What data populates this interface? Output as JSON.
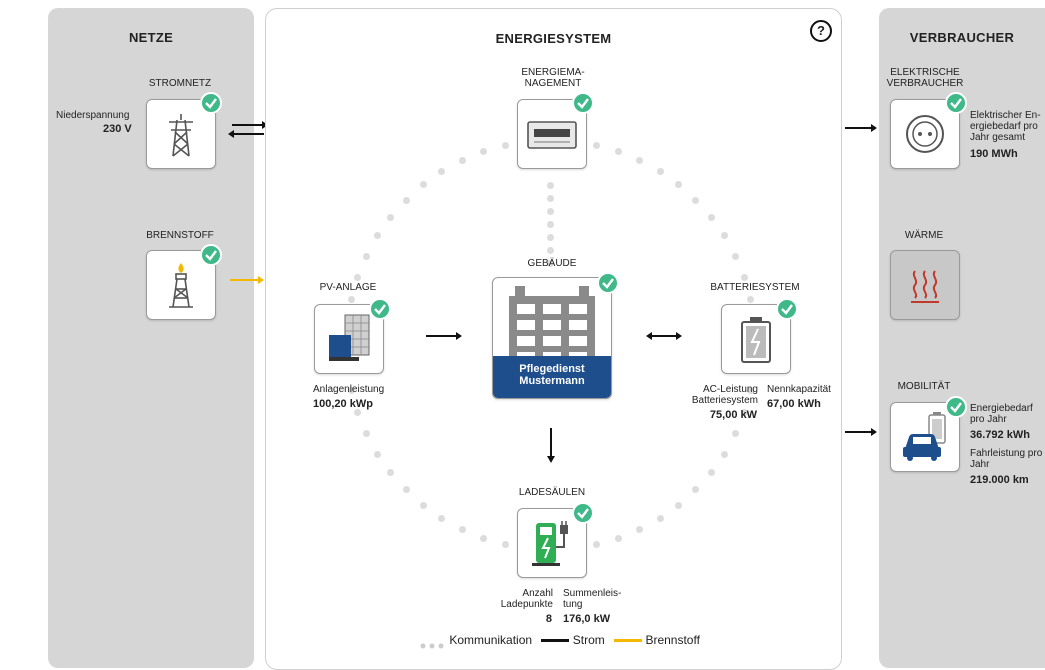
{
  "panels": {
    "netze": "NETZE",
    "energiesystem": "ENERGIESYSTEM",
    "verbraucher": "VERBRAUCHER"
  },
  "netze": {
    "stromnetz_label": "STROMNETZ",
    "spannung_label": "Niederspannung",
    "spannung_value": "230 V",
    "brennstoff_label": "BRENNSTOFF"
  },
  "system": {
    "energiemanagement_label_1": "ENERGIEMA-",
    "energiemanagement_label_2": "NAGEMENT",
    "gebaeude_label": "GEBÄUDE",
    "gebaeude_name_1": "Pflegedienst",
    "gebaeude_name_2": "Mustermann",
    "pv_label": "PV-ANLAGE",
    "pv_leistung_label": "Anlagenleistung",
    "pv_leistung_value": "100,20 kWp",
    "batterie_label": "BATTERIESYSTEM",
    "batterie_ac_label_1": "AC-Leistung",
    "batterie_ac_label_2": "Batteriesystem",
    "batterie_ac_value": "75,00 kW",
    "batterie_kap_label": "Nennkapazität",
    "batterie_kap_value": "67,00 kWh",
    "lade_label": "LADESÄULEN",
    "lade_anzahl_label_1": "Anzahl",
    "lade_anzahl_label_2": "Ladepunkte",
    "lade_anzahl_value": "8",
    "lade_summe_label_1": "Summenleis-",
    "lade_summe_label_2": "tung",
    "lade_summe_value": "176,0 kW",
    "help_icon": "?"
  },
  "verbraucher": {
    "elektrisch_label_1": "ELEKTRISCHE",
    "elektrisch_label_2": "VERBRAUCHER",
    "elektrisch_desc_1": "Elektrischer En-",
    "elektrisch_desc_2": "ergiebedarf pro",
    "elektrisch_desc_3": "Jahr gesamt",
    "elektrisch_value": "190 MWh",
    "waerme_label": "WÄRME",
    "mobilitaet_label": "MOBILITÄT",
    "mob_bedarf_label_1": "Energiebedarf",
    "mob_bedarf_label_2": "pro Jahr",
    "mob_bedarf_value": "36.792 kWh",
    "mob_fahr_label_1": "Fahrleistung pro",
    "mob_fahr_label_2": "Jahr",
    "mob_fahr_value": "219.000 km"
  },
  "legend": {
    "kommunikation": "Kommunikation",
    "strom": "Strom",
    "brennstoff": "Brennstoff"
  },
  "colors": {
    "check": "#3fb88a",
    "brennstoff": "#f5b800",
    "gebaeude_blue": "#1f4e8c",
    "waerme_red": "#c0392b",
    "ev_green": "#2fae55",
    "car_blue": "#1f4e8c"
  }
}
